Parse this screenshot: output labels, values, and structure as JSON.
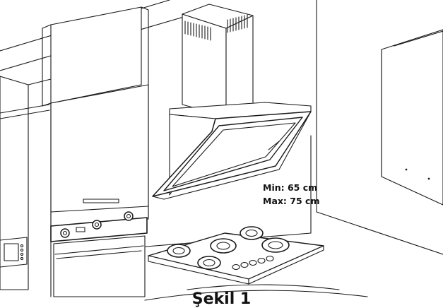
{
  "dimensions": {
    "min_label": "Min: 65 cm",
    "max_label": "Max: 75 cm"
  },
  "caption": "Şekil 1",
  "colors": {
    "line": "#1a1a1a",
    "fill": "#ffffff"
  }
}
